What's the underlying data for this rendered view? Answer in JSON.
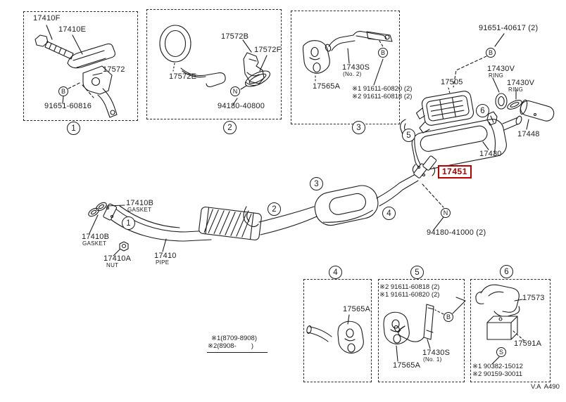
{
  "title": "Exhaust system parts diagram",
  "colors": {
    "ink": "#1c1c1c",
    "highlight_red": "#bb0000",
    "background": "#ffffff"
  },
  "highlighted_part": "17451",
  "footer": {
    "drawing_code": "V.A  A490"
  },
  "legend": {
    "line1": "※1(8709-8908)",
    "line2": "※2(8908-        )"
  },
  "callouts": {
    "n1": "1",
    "n2": "2",
    "n3": "3",
    "n4": "4",
    "n5": "5",
    "n6": "6",
    "B": "B",
    "N": "N",
    "S": "S"
  },
  "labels": {
    "p17410F": "17410F",
    "p17410E": "17410E",
    "p17572": "17572",
    "p91651_60816": "91651-60816",
    "p17572B": "17572B",
    "p17572F": "17572F",
    "p17572E": "17572E",
    "p94180_40800": "94180-40800",
    "box3_17565A": "17565A",
    "box3_17430S": "17430S",
    "box3_17430S_sub": "(No. 2)",
    "box3_note_top": "※1 91611-60820 (2)",
    "box3_note_bottom": "※2 91611-60818 (2)",
    "p91651_40617": "91651-40617 (2)",
    "p17505": "17505",
    "p17430V_a": "17430V",
    "p17430V_a_sub": "RING",
    "p17430V_b": "17430V",
    "p17430V_b_sub": "RING",
    "p17448": "17448",
    "p17430": "17430",
    "p17451": "17451",
    "p94180_41000": "94180-41000 (2)",
    "p17410B_a": "17410B",
    "p17410B_a_sub": "GASKET",
    "p17410B_b": "17410B",
    "p17410B_b_sub": "GASKET",
    "p17410A": "17410A",
    "p17410A_sub": "NUT",
    "p17410": "17410",
    "p17410_sub": "PIPE",
    "box4_17565A": "17565A",
    "box5_note_top": "※2 91611-60818 (2)",
    "box5_note_bottom": "※1 91611-60820 (2)",
    "box5_17430S": "17430S",
    "box5_17430S_sub": "(No. 1)",
    "box5_17565A": "17565A",
    "box6_17573": "17573",
    "box6_17591A": "17591A",
    "box6_note_top": "※1 90382-15012",
    "box6_note_bottom": "※2 90159-30011"
  }
}
